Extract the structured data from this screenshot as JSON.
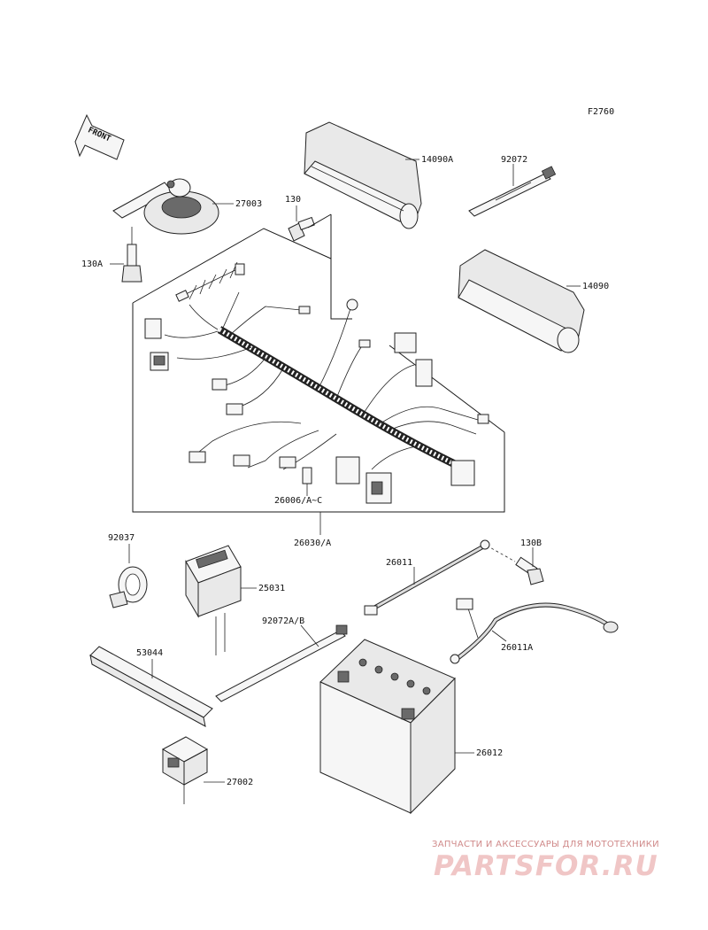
{
  "diagram": {
    "figure_code": "F2760",
    "front_arrow_label": "FRONT",
    "callouts": {
      "p14090A": "14090A",
      "p92072": "92072",
      "p27003": "27003",
      "p130": "130",
      "p130A": "130A",
      "p14090": "14090",
      "p26006": "26006/A~C",
      "p26030": "26030/A",
      "p92037": "92037",
      "p130B": "130B",
      "p26011": "26011",
      "p25031": "25031",
      "p92072AB": "92072A/B",
      "p26011A": "26011A",
      "p53044": "53044",
      "p26012": "26012",
      "p27002": "27002"
    }
  },
  "watermark": {
    "tagline": "ЗАПЧАСТИ И АКСЕССУАРЫ ДЛЯ МОТОТЕХНИКИ",
    "brand": "PARTSFOR.RU",
    "color": "#e8a0a0"
  }
}
